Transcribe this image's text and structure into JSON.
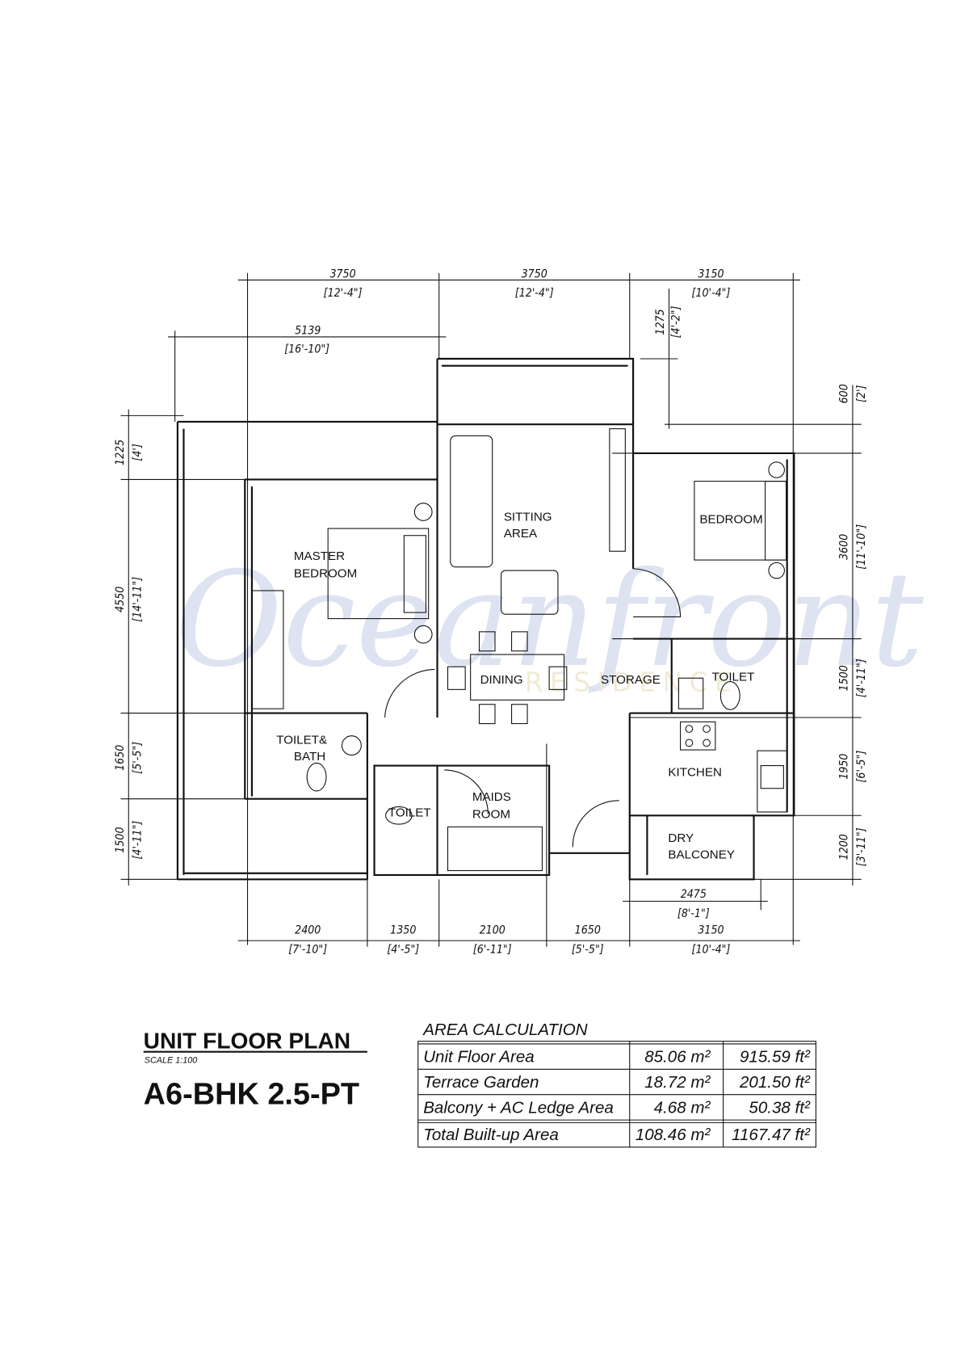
{
  "watermark": {
    "brand": "Oceanfront",
    "sub": "RESIDENCE"
  },
  "dimensions": {
    "top": [
      {
        "mm": "3750",
        "ft": "[12'-4\"]"
      },
      {
        "mm": "3750",
        "ft": "[12'-4\"]"
      },
      {
        "mm": "3150",
        "ft": "[10'-4\"]"
      }
    ],
    "top_second": {
      "mm": "5139",
      "ft": "[16'-10\"]"
    },
    "balcony_depth": {
      "mm": "1275",
      "ft": "[4'-2\"]"
    },
    "right": [
      {
        "mm": "600",
        "ft": "[2']"
      },
      {
        "mm": "3600",
        "ft": "[11'-10\"]"
      },
      {
        "mm": "1500",
        "ft": "[4'-11\"]"
      },
      {
        "mm": "1950",
        "ft": "[6'-5\"]"
      },
      {
        "mm": "1200",
        "ft": "[3'-11\"]"
      }
    ],
    "left": [
      {
        "mm": "1225",
        "ft": "[4']"
      },
      {
        "mm": "4550",
        "ft": "[14'-11\"]"
      },
      {
        "mm": "1650",
        "ft": "[5'-5\"]"
      },
      {
        "mm": "1500",
        "ft": "[4'-11\"]"
      }
    ],
    "bottom": [
      {
        "mm": "2400",
        "ft": "[7'-10\"]"
      },
      {
        "mm": "1350",
        "ft": "[4'-5\"]"
      },
      {
        "mm": "2100",
        "ft": "[6'-11\"]"
      },
      {
        "mm": "1650",
        "ft": "[5'-5\"]"
      },
      {
        "mm": "3150",
        "ft": "[10'-4\"]"
      }
    ],
    "dry_balcony": {
      "mm": "2475",
      "ft": "[8'-1\"]"
    }
  },
  "rooms": {
    "master1": "MASTER",
    "master2": "BEDROOM",
    "sitting1": "SITTING",
    "sitting2": "AREA",
    "bedroom": "BEDROOM",
    "dining": "DINING",
    "storage": "STORAGE",
    "toilet_right": "TOILET",
    "toilet_bath1": "TOILET&",
    "toilet_bath2": "BATH",
    "kitchen": "KITCHEN",
    "toilet_small": "TOILET",
    "maids1": "MAIDS",
    "maids2": "ROOM",
    "dry1": "DRY",
    "dry2": "BALCONEY"
  },
  "title": {
    "heading": "UNIT FLOOR PLAN",
    "scale": "SCALE 1:100",
    "unit_type": "A6-BHK 2.5-PT"
  },
  "area": {
    "heading": "AREA CALCULATION",
    "rows": [
      {
        "label": "Unit Floor Area",
        "m2": "85.06 m²",
        "ft2": "915.59 ft²"
      },
      {
        "label": "Terrace Garden",
        "m2": "18.72 m²",
        "ft2": "201.50 ft²"
      },
      {
        "label": "Balcony + AC Ledge Area",
        "m2": "4.68 m²",
        "ft2": "50.38 ft²"
      },
      {
        "label": "Total Built-up Area",
        "m2": "108.46 m²",
        "ft2": "1167.47 ft²"
      }
    ]
  }
}
